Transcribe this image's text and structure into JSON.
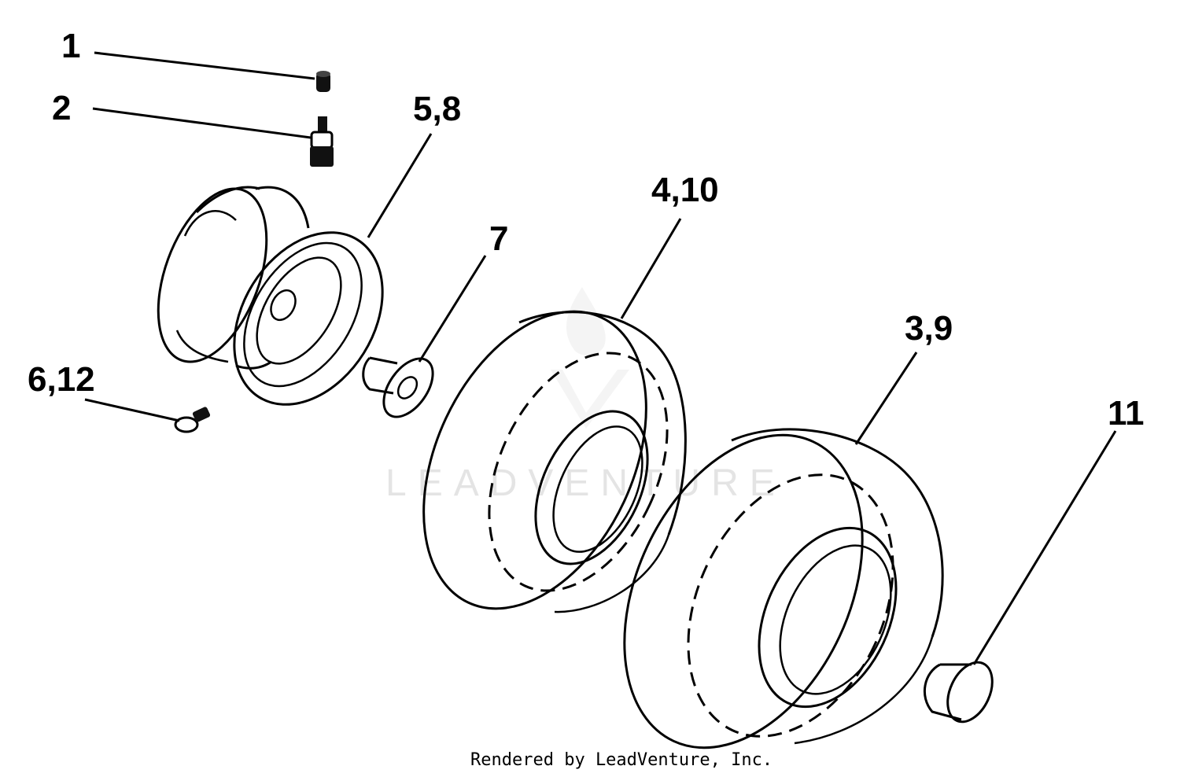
{
  "callouts": {
    "item_1": "1",
    "item_2": "2",
    "item_5_8": "5,8",
    "item_4_10": "4,10",
    "item_7": "7",
    "item_6_12": "6,12",
    "item_3_9": "3,9",
    "item_11": "11"
  },
  "watermark": {
    "text": "LEADVENTURE"
  },
  "footer": {
    "text": "Rendered by LeadVenture, Inc."
  },
  "colors": {
    "ink": "#000000",
    "background": "#ffffff",
    "watermark": "#e4e4e4"
  }
}
